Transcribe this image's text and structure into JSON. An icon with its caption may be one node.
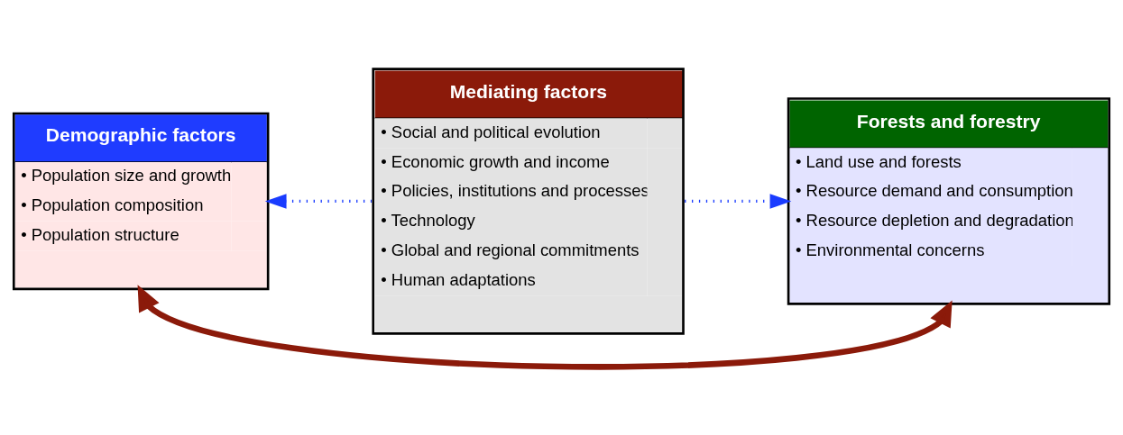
{
  "diagram": {
    "nodes": [
      {
        "text": [
          "Demographic factors",
          "• Population size and growth",
          "• Population composition",
          "• Population structure"
        ]
      },
      {
        "text": [
          "Mediating factors",
          "• Social and political evolution",
          "• Economic growth and income",
          "• Policies, institutions and processes",
          "• Technology",
          "• Global and regional commitments",
          "• Human adaptations"
        ]
      },
      {
        "text": [
          "Forests and forestry",
          "• Land use and forests",
          "• Resource demand and consumption",
          "• Resource depletion and degradation",
          "• Environmental concerns"
        ]
      }
    ],
    "edges": [
      {
        "from": 1,
        "to": 0,
        "arrow": "to",
        "style": "dashed",
        "color": "#1a3cff"
      },
      {
        "from": 1,
        "to": 2,
        "arrow": "to",
        "style": "dashed",
        "color": "#1a3cff"
      },
      {
        "from": 0,
        "to": 2,
        "arrow": "both",
        "style": "thick",
        "color": "#8b1a0a"
      }
    ]
  }
}
